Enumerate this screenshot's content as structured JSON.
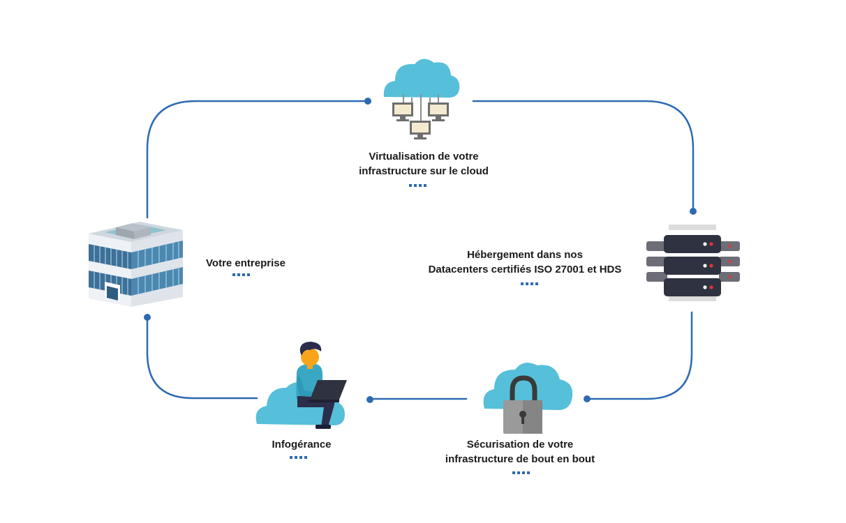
{
  "colors": {
    "connector": "#2d6ab1",
    "cloud": "#56bfda",
    "text": "#1a1a1a"
  },
  "nodes": {
    "cloud": {
      "icon": "cloud-network-icon",
      "line1": "Virtualisation de votre",
      "line2": "infrastructure sur le cloud"
    },
    "datacenter": {
      "icon": "server-rack-icon",
      "line1": "Hébergement dans nos",
      "line2": "Datacenters certifiés ISO 27001 et HDS"
    },
    "enterprise": {
      "icon": "office-building-icon",
      "line1": "Votre entreprise"
    },
    "security": {
      "icon": "cloud-lock-icon",
      "line1": "Sécurisation de votre",
      "line2": "infrastructure de bout en bout"
    },
    "managed": {
      "icon": "person-laptop-cloud-icon",
      "line1": "Infogérance"
    }
  }
}
